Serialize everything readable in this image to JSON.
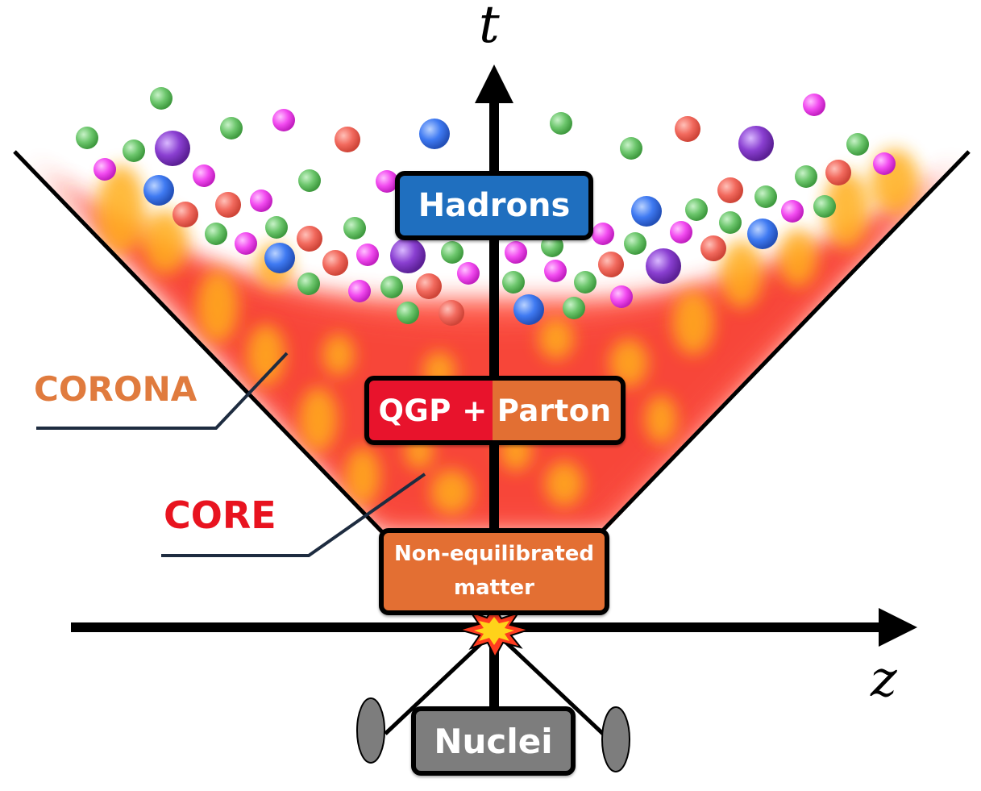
{
  "axes": {
    "time_label": "t",
    "space_label": "z"
  },
  "stages": {
    "hadrons": "Hadrons",
    "qgp_red": "QGP +",
    "qgp_orange": "Parton",
    "non_equilibrated": "Non-equilibrated matter",
    "nuclei": "Nuclei"
  },
  "regions": {
    "corona": "CORONA",
    "core": "CORE"
  },
  "colors": {
    "hadrons_box": "#1f6fbf",
    "qgp_red": "#e8132c",
    "parton_orange": "#e26f33",
    "non_equilibrated_box": "#e36f33",
    "nuclei_box": "#7d7d7d",
    "corona_text": "#e07b3e",
    "core_text": "#e8131f",
    "particle_green": "#6cc66c",
    "particle_magenta": "#f24bf0",
    "particle_salmon": "#f26a5e",
    "particle_blue": "#3f7af2",
    "particle_purple": "#8a3fd1"
  },
  "icons": {
    "collision": "explosion-star-icon",
    "nucleus": "nucleus-ellipse-icon"
  }
}
